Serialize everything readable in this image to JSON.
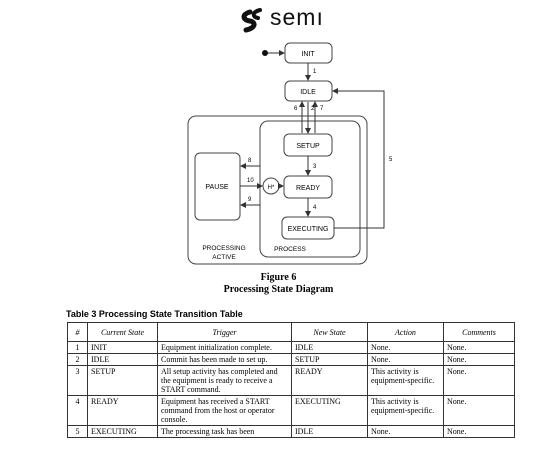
{
  "logo": {
    "text": "semı"
  },
  "diagram": {
    "states": {
      "init": "INIT",
      "idle": "IDLE",
      "setup": "SETUP",
      "ready": "READY",
      "executing": "EXECUTING",
      "pause": "PAUSE",
      "history": "H*"
    },
    "groups": {
      "process": "PROCESS",
      "processing_active_1": "PROCESSING",
      "processing_active_2": "ACTIVE"
    },
    "transitions": [
      "1",
      "2",
      "3",
      "4",
      "5",
      "6",
      "7",
      "8",
      "9",
      "10"
    ]
  },
  "figure": {
    "number": "Figure 6",
    "title": "Processing State Diagram"
  },
  "table": {
    "title": "Table 3 Processing State Transition Table",
    "headers": [
      "#",
      "Current State",
      "Trigger",
      "New State",
      "Action",
      "Comments"
    ],
    "rows": [
      [
        "1",
        "INIT",
        "Equipment initialization complete.",
        "IDLE",
        "None.",
        "None."
      ],
      [
        "2",
        "IDLE",
        "Commit has been made to set up.",
        "SETUP",
        "None.",
        "None."
      ],
      [
        "3",
        "SETUP",
        "All setup activity has completed and the equipment is ready to receive a START command.",
        "READY",
        "This activity is equipment-specific.",
        "None."
      ],
      [
        "4",
        "READY",
        "Equipment has received a START command from the host or operator console.",
        "EXECUTING",
        "This activity is equipment-specific.",
        "None."
      ],
      [
        "5",
        "EXECUTING",
        "The processing task has been",
        "IDLE",
        "None.",
        "None."
      ]
    ]
  }
}
